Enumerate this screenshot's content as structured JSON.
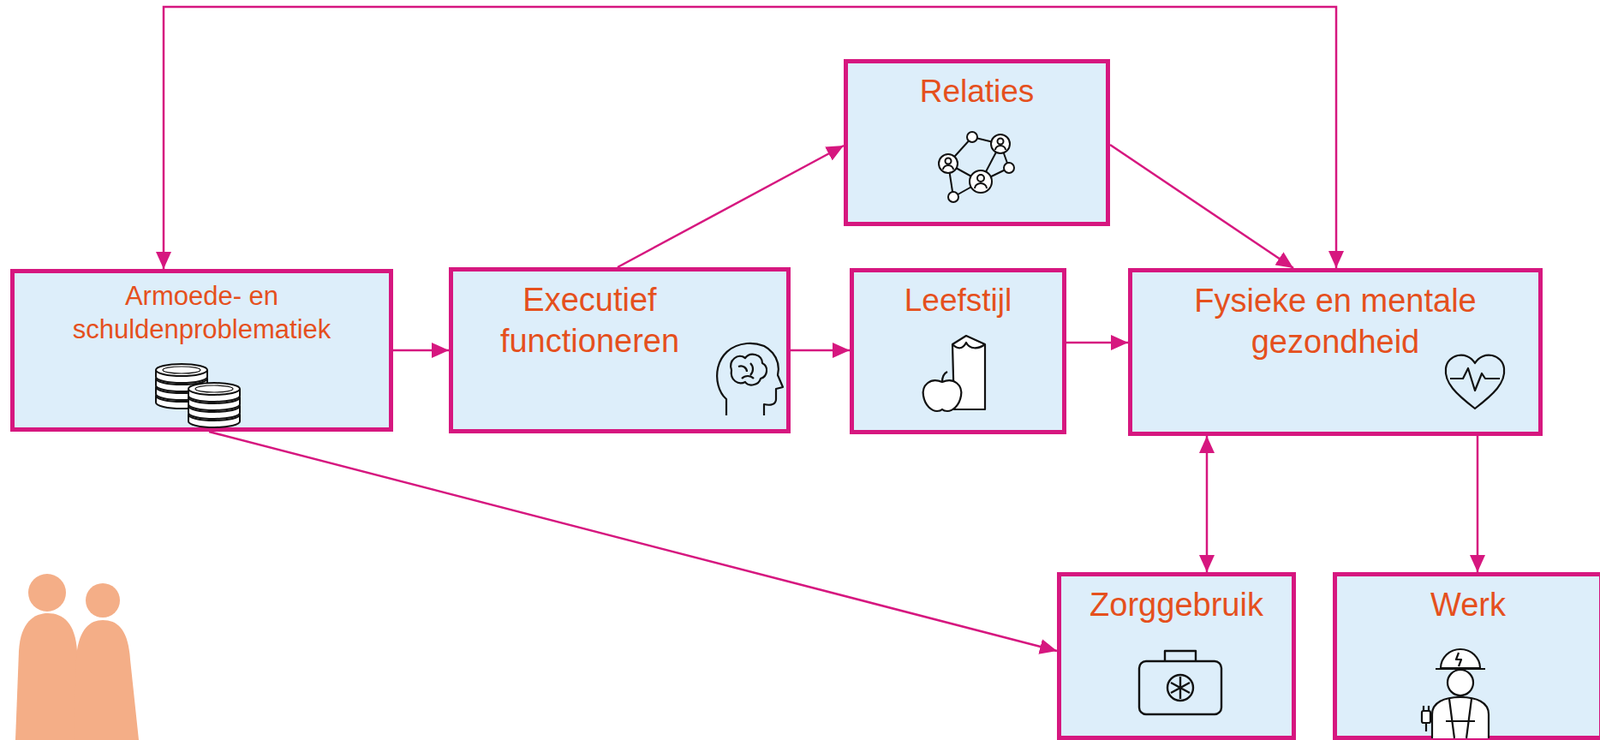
{
  "diagram": {
    "nodes": [
      {
        "text": [
          "Armoede- en schuldenproblematiek"
        ]
      },
      {
        "text": [
          "Executief functioneren"
        ]
      },
      {
        "text": [
          "Relaties"
        ]
      },
      {
        "text": [
          "Leefstijl"
        ]
      },
      {
        "text": [
          "Fysieke en mentale gezondheid"
        ]
      },
      {
        "text": [
          "Zorggebruik"
        ]
      },
      {
        "text": [
          "Werk"
        ]
      }
    ],
    "edges": [
      {
        "from": 0,
        "to": 1,
        "arrow": "to"
      },
      {
        "from": 1,
        "to": 2,
        "arrow": "to"
      },
      {
        "from": 1,
        "to": 3,
        "arrow": "to"
      },
      {
        "from": 2,
        "to": 4,
        "arrow": "to"
      },
      {
        "from": 3,
        "to": 4,
        "arrow": "to"
      },
      {
        "from": 4,
        "to": 0,
        "arrow": "both"
      },
      {
        "from": 0,
        "to": 5,
        "arrow": "to"
      },
      {
        "from": 4,
        "to": 5,
        "arrow": "both"
      },
      {
        "from": 4,
        "to": 6,
        "arrow": "to"
      }
    ]
  }
}
